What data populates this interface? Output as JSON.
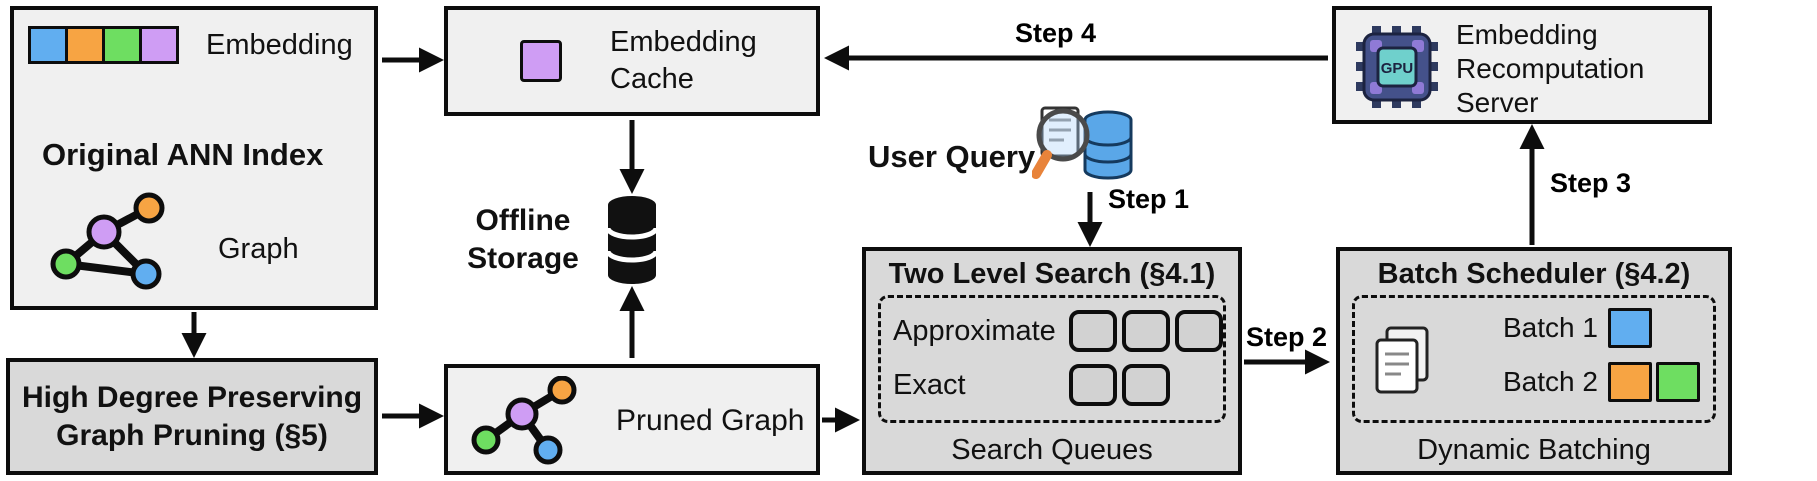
{
  "colors": {
    "blue": "#61aef0",
    "orange": "#f7a443",
    "green": "#6ede61",
    "purple": "#cf9df4",
    "box_light": "#f0f0f0",
    "box_dark": "#d9d9d9"
  },
  "original_index": {
    "title": "Original ANN Index",
    "embedding_label": "Embedding",
    "graph_label": "Graph"
  },
  "embedding_cache": {
    "label": "Embedding\nCache"
  },
  "offline_storage": {
    "label": "Offline\nStorage"
  },
  "high_degree_pruning": {
    "label": "High Degree Preserving\nGraph Pruning (§5)"
  },
  "pruned_graph": {
    "label": "Pruned Graph"
  },
  "user_query": {
    "label": "User Query"
  },
  "steps": {
    "step1": "Step 1",
    "step2": "Step 2",
    "step3": "Step 3",
    "step4": "Step 4"
  },
  "two_level_search": {
    "title": "Two Level Search (§4.1)",
    "approximate_label": "Approximate",
    "exact_label": "Exact",
    "approximate_queue_count": 3,
    "exact_queue_count": 2,
    "footer": "Search Queues"
  },
  "batch_scheduler": {
    "title": "Batch Scheduler (§4.2)",
    "batch1_label": "Batch 1",
    "batch2_label": "Batch 2",
    "footer": "Dynamic Batching"
  },
  "recomputation_server": {
    "label": "Embedding\nRecomputation\nServer",
    "gpu_text": "GPU"
  }
}
